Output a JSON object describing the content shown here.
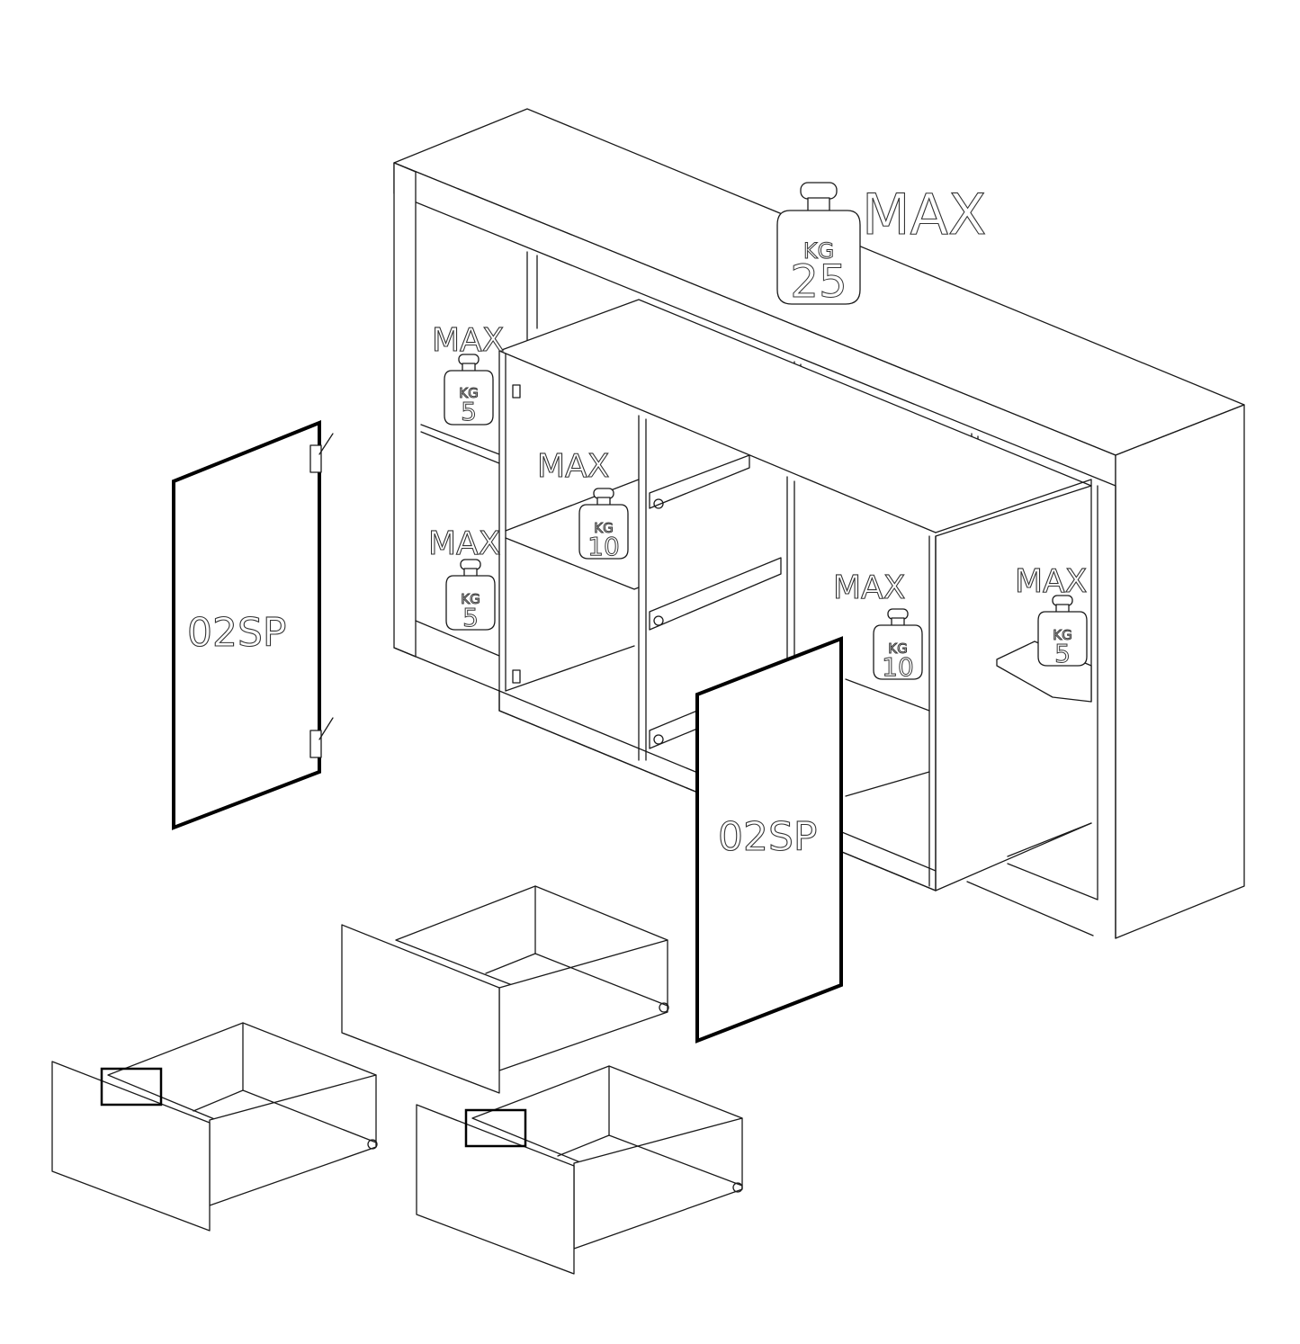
{
  "labels": {
    "max": "MAX",
    "kg": "KG",
    "panel_code": "02SP"
  },
  "weights": {
    "top": "25",
    "left_upper": "5",
    "left_lower": "5",
    "center": "10",
    "right_center": "10",
    "right": "5"
  },
  "colors": {
    "line": "#1a1a1a",
    "background": "#ffffff"
  }
}
